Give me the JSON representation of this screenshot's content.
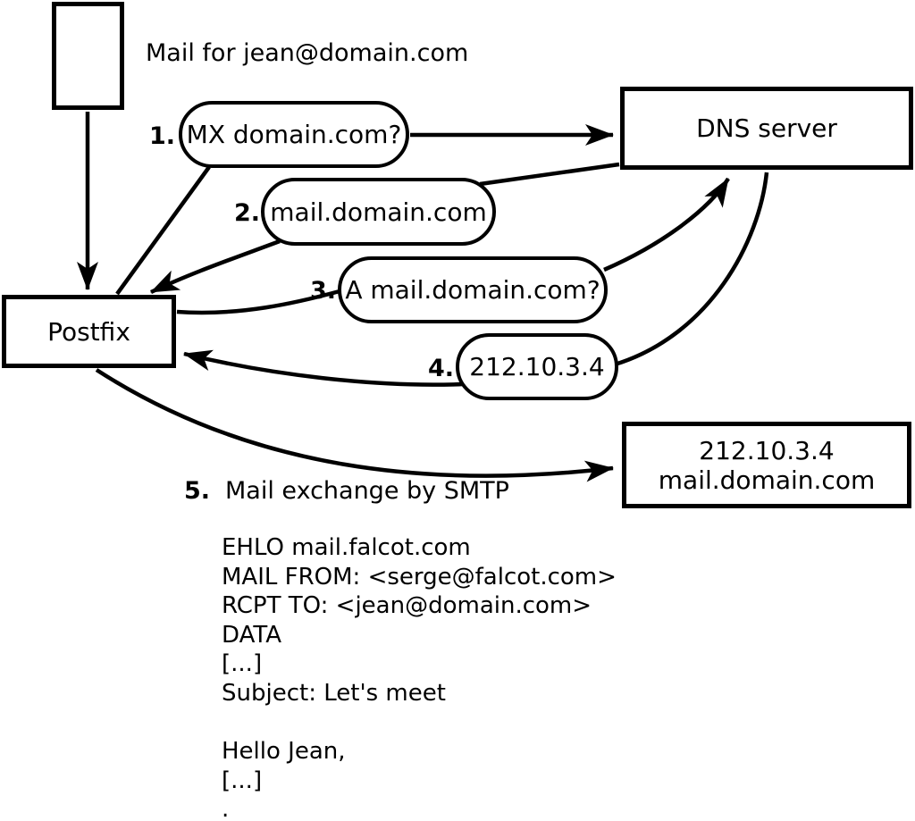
{
  "diagram": {
    "annotation": "Mail for jean@domain.com",
    "nodes": {
      "postfix": {
        "label": "Postfix"
      },
      "dns": {
        "label": "DNS server"
      },
      "destination": {
        "line1": "212.10.3.4",
        "line2": "mail.domain.com"
      }
    },
    "steps": [
      {
        "num": "1.",
        "label": "MX domain.com?"
      },
      {
        "num": "2.",
        "label": "mail.domain.com"
      },
      {
        "num": "3.",
        "label": "A mail.domain.com?"
      },
      {
        "num": "4.",
        "label": "212.10.3.4"
      },
      {
        "num": "5.",
        "label": "Mail exchange by SMTP"
      }
    ],
    "smtp_session": "EHLO mail.falcot.com\nMAIL FROM: <serge@falcot.com>\nRCPT TO: <jean@domain.com>\nDATA\n[...]\nSubject: Let's meet\n\nHello Jean,\n[...]\n.",
    "colors": {
      "ink": "#000000",
      "paper": "#ffffff"
    }
  }
}
